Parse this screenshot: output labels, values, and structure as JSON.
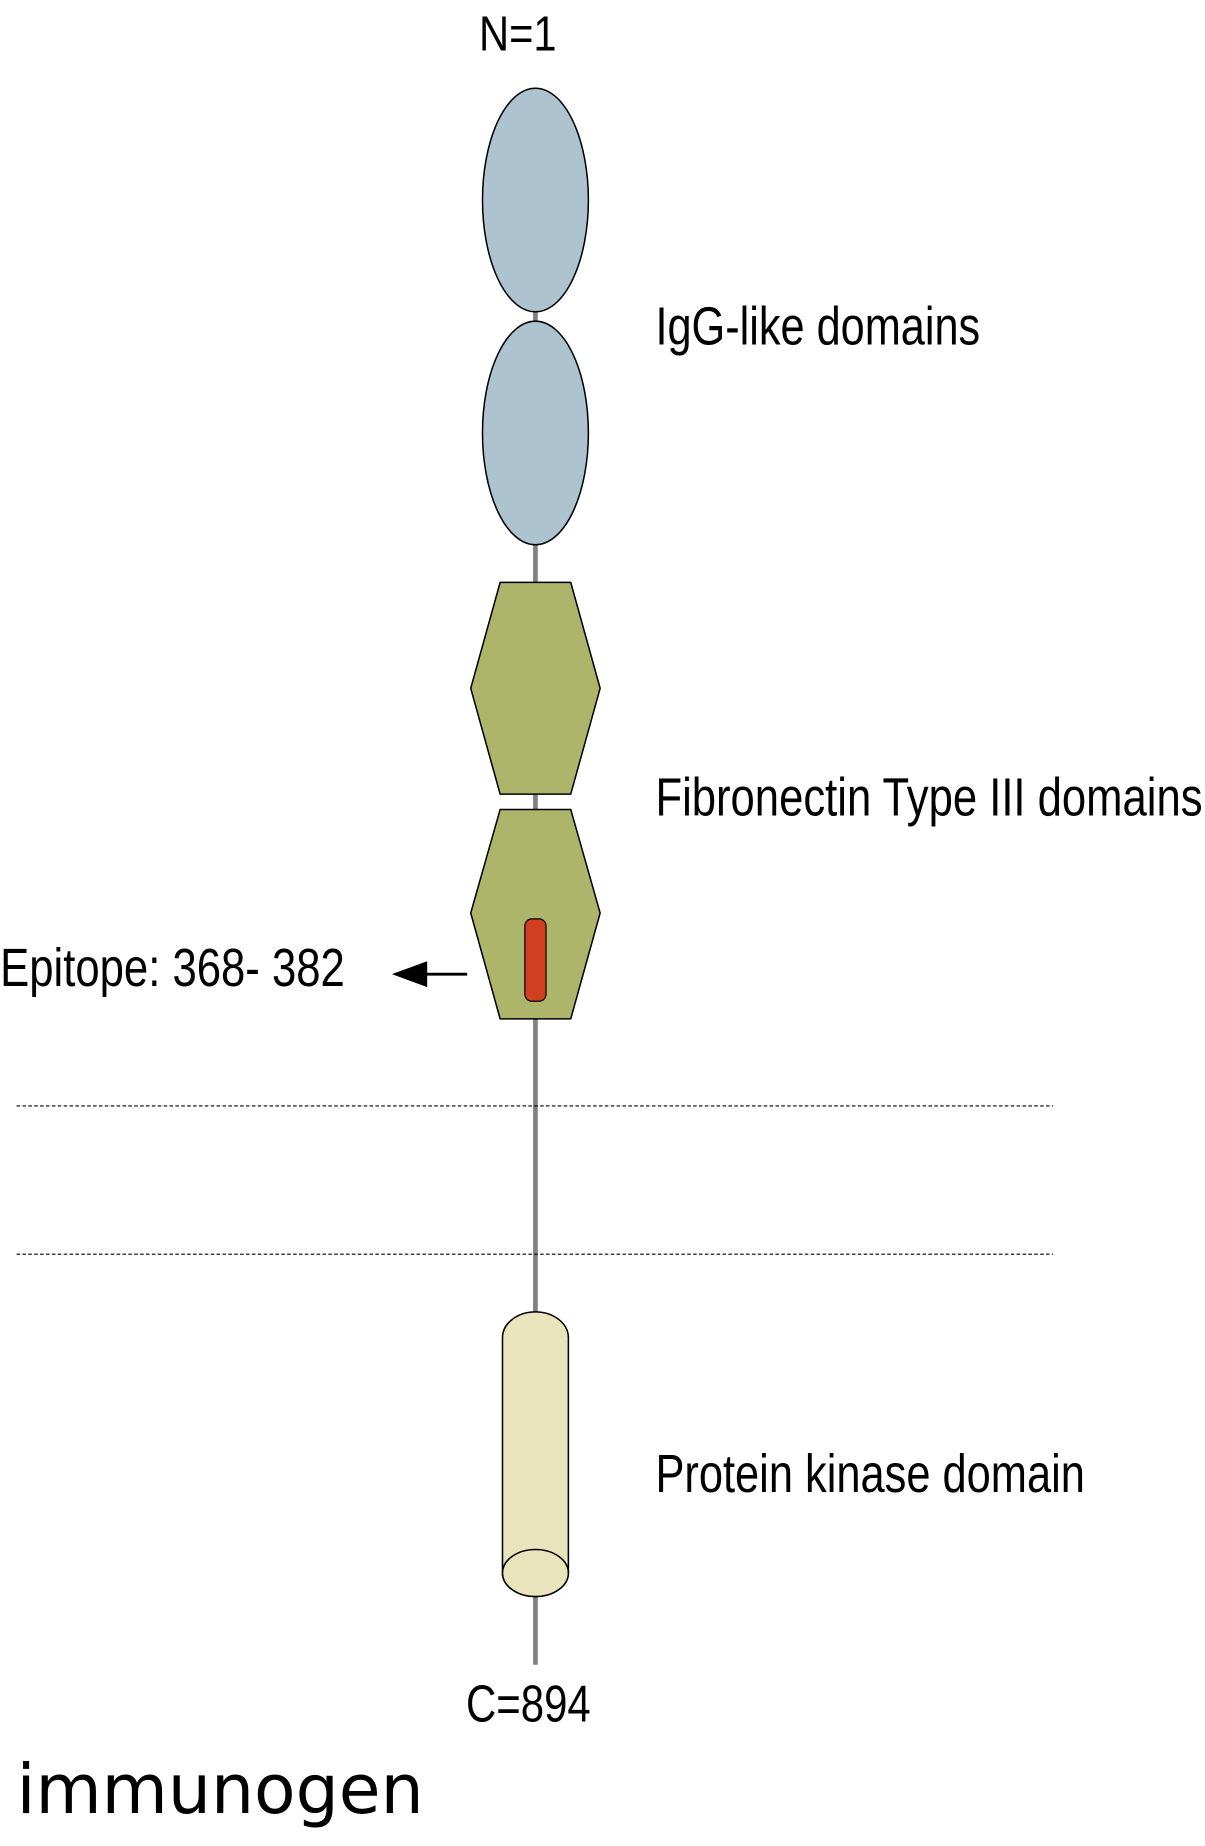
{
  "diagram": {
    "n_terminus": "N=1",
    "c_terminus": "C=894",
    "labels": {
      "igg": "IgG-like domains",
      "fibronectin": "Fibronectin Type III domains",
      "kinase": "Protein kinase domain",
      "epitope": "Epitope: 368- 382"
    },
    "caption": "immunogen",
    "colors": {
      "backbone": "#808080",
      "igg_domain": "#adc4d0",
      "fn3_domain": "#adb56a",
      "epitope_mark": "#d04020",
      "kinase_domain": "#e8e4bc"
    }
  }
}
